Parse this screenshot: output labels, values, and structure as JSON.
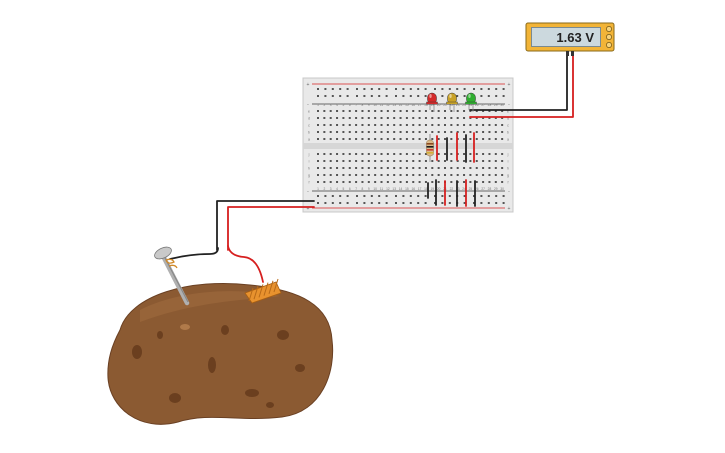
{
  "multimeter": {
    "reading": "1.63 V",
    "body_color": "#f2b437"
  },
  "breadboard": {
    "column_numbers": [
      "1",
      "2",
      "3",
      "4",
      "5",
      "6",
      "7",
      "8",
      "9",
      "10",
      "11",
      "12",
      "13",
      "14",
      "15",
      "16",
      "17",
      "18",
      "19",
      "20",
      "21",
      "22",
      "23",
      "24",
      "25",
      "26",
      "27",
      "28",
      "29",
      "30"
    ],
    "row_letters_top": [
      "a",
      "b",
      "c",
      "d",
      "e"
    ],
    "row_letters_bottom": [
      "f",
      "g",
      "h",
      "i",
      "j"
    ],
    "rail_signs": [
      "+",
      "-"
    ]
  },
  "components": {
    "leds": [
      {
        "color_name": "red",
        "color": "#d42a2a"
      },
      {
        "color_name": "yellow",
        "color": "#c9a227"
      },
      {
        "color_name": "green",
        "color": "#2fae2f"
      }
    ],
    "resistor": {
      "bands": [
        "#8b4a1f",
        "#1a1a1a",
        "#c7402f",
        "#d4af37"
      ]
    },
    "potato": {
      "color": "#8b5a32"
    },
    "nail": {
      "color": "#b0b0b0"
    },
    "coil": {
      "color": "#e8922e"
    }
  },
  "wire_colors": {
    "red": "#d61f1f",
    "black": "#222222"
  }
}
